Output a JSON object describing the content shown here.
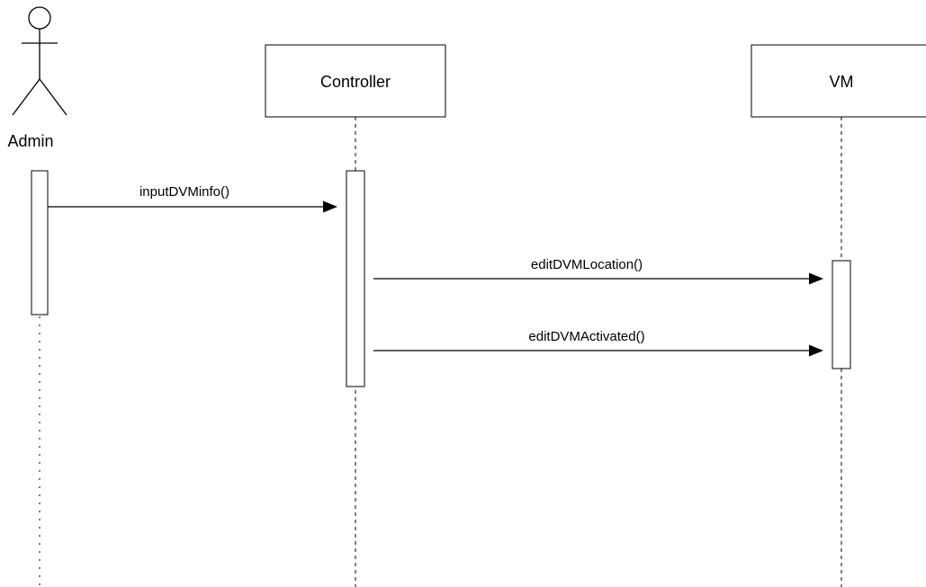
{
  "actor": {
    "label": "Admin",
    "icon": "stick-figure-icon"
  },
  "participants": [
    {
      "label": "Controller"
    },
    {
      "label": "VM"
    }
  ],
  "messages": [
    {
      "label": "inputDVMinfo()",
      "from": "Admin",
      "to": "Controller"
    },
    {
      "label": "editDVMLocation()",
      "from": "Controller",
      "to": "VM"
    },
    {
      "label": "editDVMActivated()",
      "from": "Controller",
      "to": "VM"
    }
  ],
  "colors": {
    "stroke": "#000000",
    "fill": "#ffffff"
  }
}
